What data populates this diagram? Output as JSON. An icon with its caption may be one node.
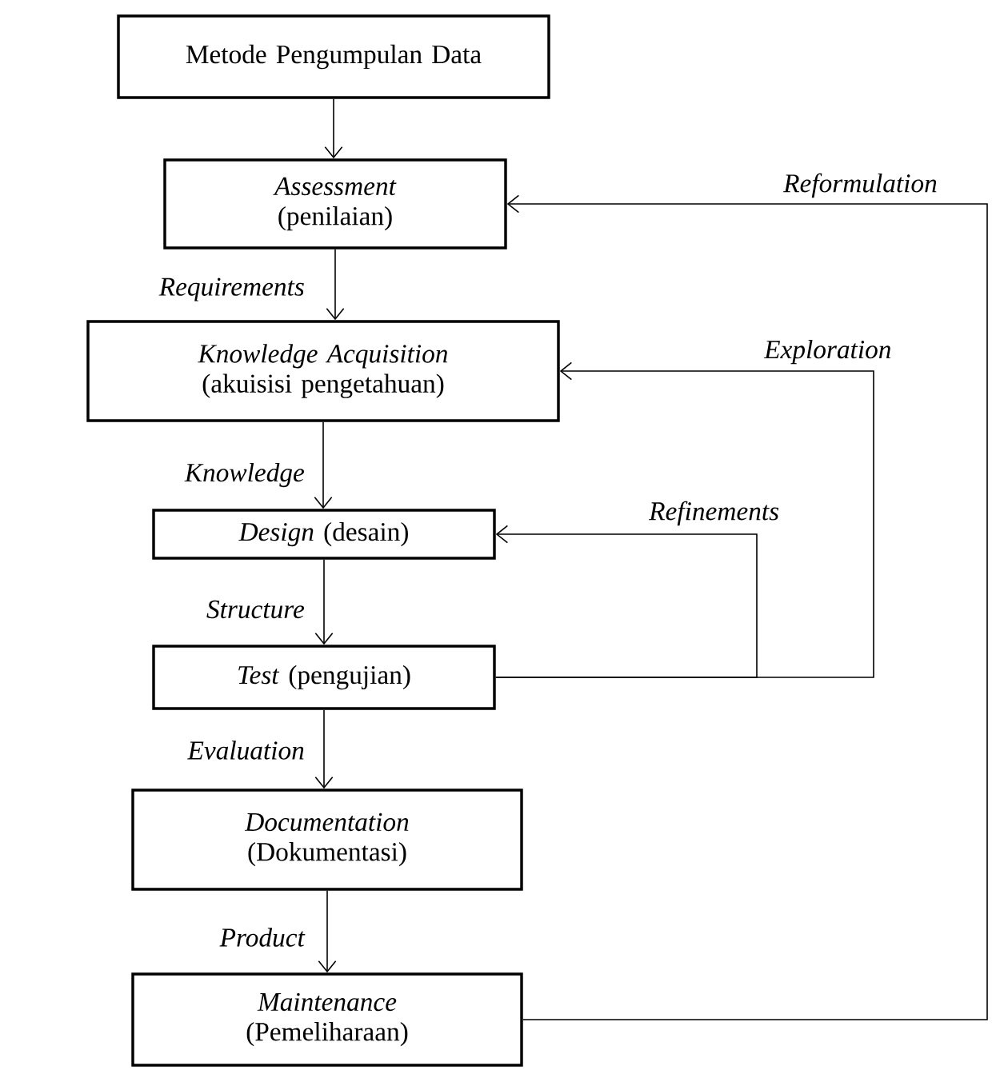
{
  "diagram": {
    "nodes": [
      {
        "text": [
          "Metode Pengumpulan Data"
        ]
      },
      {
        "text": [
          "*Assessment* (penilaian)"
        ]
      },
      {
        "text": [
          "*Knowledge Acquisition* (akuisisi pengetahuan)"
        ]
      },
      {
        "text": [
          "*Design* (desain)"
        ]
      },
      {
        "text": [
          "*Test* (pengujian)"
        ]
      },
      {
        "text": [
          "*Documentation* (Dokumentasi)"
        ]
      },
      {
        "text": [
          "*Maintenance* (Pemeliharaan)"
        ]
      }
    ],
    "edges": [
      {
        "from": 0,
        "to": 1,
        "arrow": "to"
      },
      {
        "from": 1,
        "to": 2,
        "arrow": "to",
        "label": "Requirements"
      },
      {
        "from": 2,
        "to": 3,
        "arrow": "to",
        "label": "Knowledge"
      },
      {
        "from": 3,
        "to": 4,
        "arrow": "to",
        "label": "Structure"
      },
      {
        "from": 4,
        "to": 5,
        "arrow": "to",
        "label": "Evaluation"
      },
      {
        "from": 5,
        "to": 6,
        "arrow": "to",
        "label": "Product"
      },
      {
        "from": 6,
        "to": 1,
        "arrow": "to",
        "label": "Reformulation"
      },
      {
        "from": 4,
        "to": 2,
        "arrow": "to",
        "label": "Exploration"
      },
      {
        "from": 4,
        "to": 3,
        "arrow": "to",
        "label": "Refinements"
      }
    ]
  }
}
